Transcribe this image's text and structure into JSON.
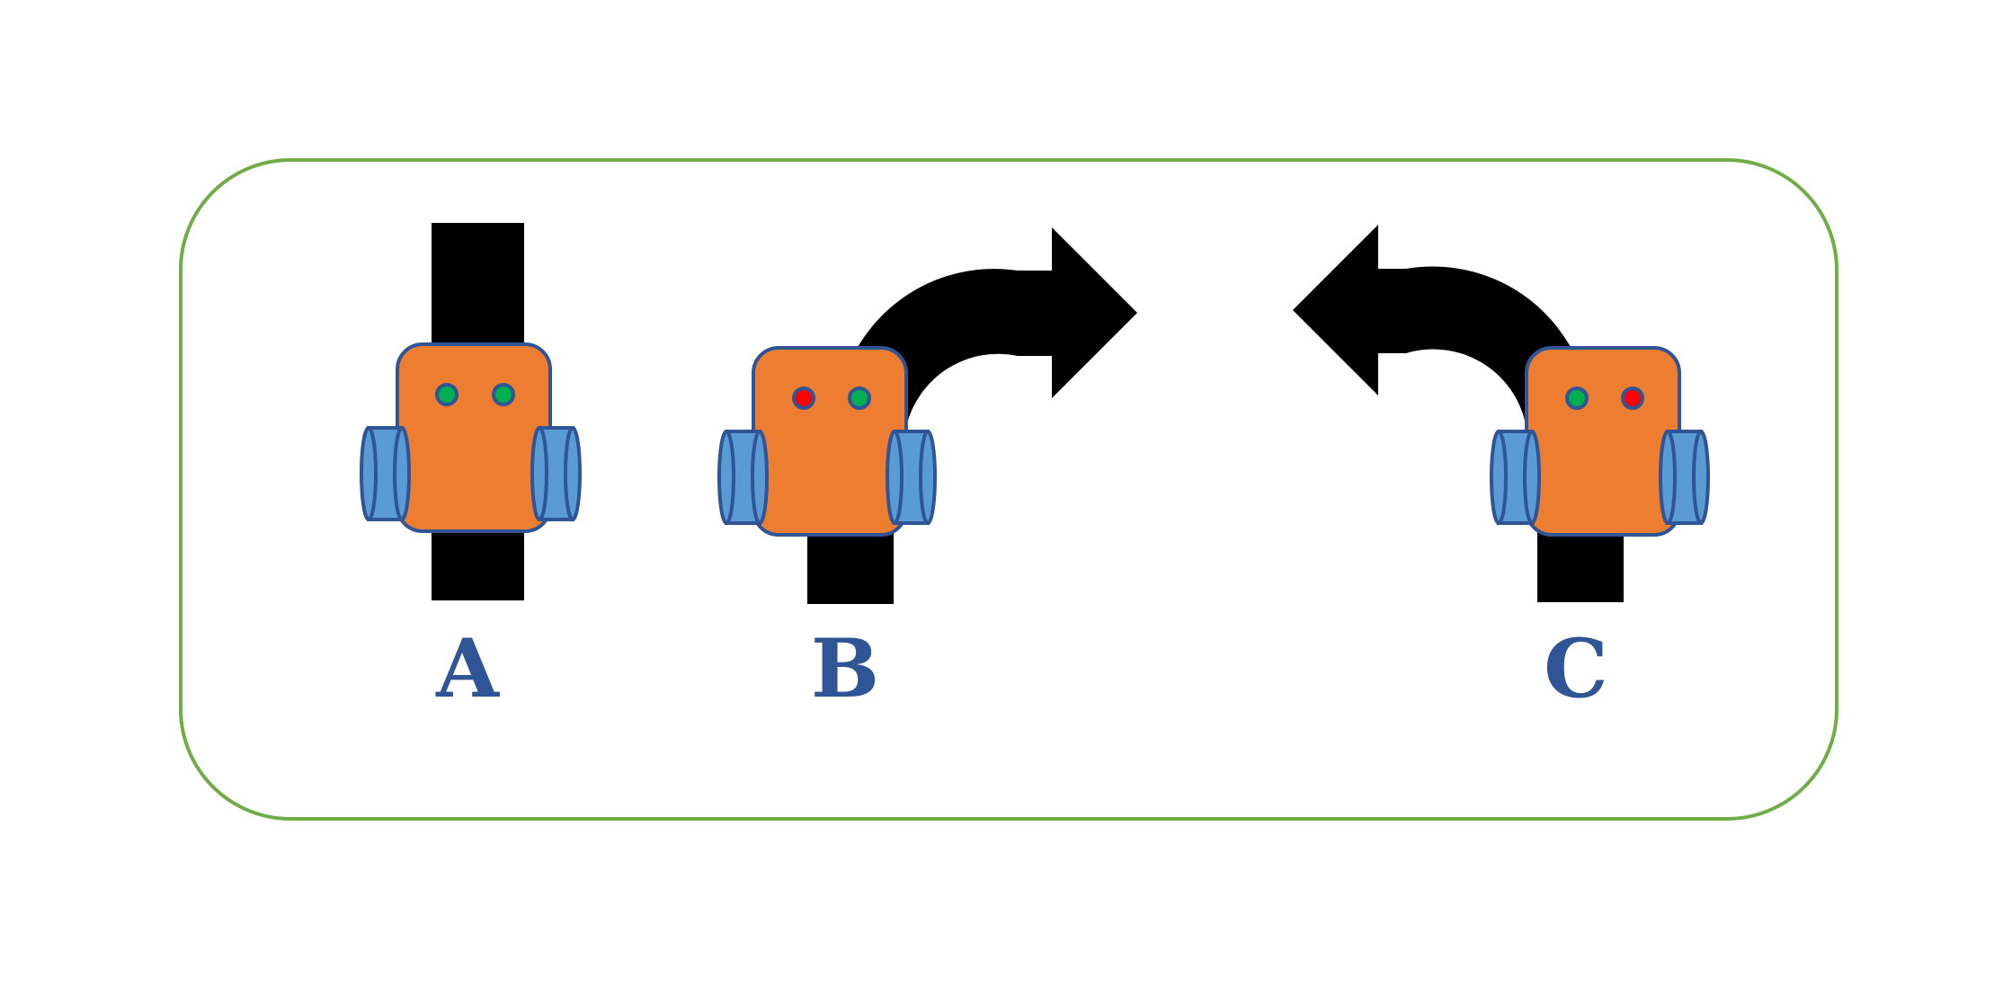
{
  "figure": {
    "robots": [
      {
        "label": "A",
        "left_sensor": "on-line",
        "right_sensor": "on-line",
        "action": "straight"
      },
      {
        "label": "B",
        "left_sensor": "off-line",
        "right_sensor": "on-line",
        "action": "turn-right"
      },
      {
        "label": "C",
        "left_sensor": "on-line",
        "right_sensor": "off-line",
        "action": "turn-left"
      }
    ]
  },
  "colors": {
    "frame": "#70ad47",
    "body": "#ed7d31",
    "outline": "#2f5597",
    "wheel": "#5b9bd5",
    "sensor_on": "#00b050",
    "sensor_off": "#ff0000",
    "track": "#000000",
    "label": "#2f5597"
  },
  "icons": {
    "robot": "line-follower-robot-icon",
    "arrow_right": "turn-right-arrow-icon",
    "arrow_left": "turn-left-arrow-icon"
  }
}
